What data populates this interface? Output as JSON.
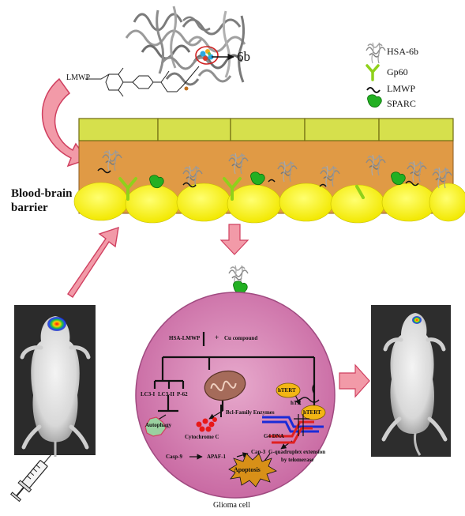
{
  "structure_label": "6b",
  "linker_label": "LMWP",
  "legend": {
    "items": [
      {
        "label": "HSA-6b",
        "icon": "protein-icon"
      },
      {
        "label": "Gp60",
        "icon": "gp60-receptor-icon",
        "color": "#8fd11a"
      },
      {
        "label": "LMWP",
        "icon": "lmwp-wave-icon"
      },
      {
        "label": "SPARC",
        "icon": "sparc-icon",
        "color": "#22b022"
      }
    ]
  },
  "bbb": {
    "label_line1": "Blood-brain",
    "label_line2": "barrier",
    "tile_color": "#d6e04c",
    "matrix_color": "#e09a45",
    "cell_color": "#f6f200"
  },
  "cell": {
    "name": "Glioma cell",
    "fill": "#d889b8",
    "pathway": {
      "entry": "HSA-LMWP",
      "plus": "+",
      "compound": "Cu compound",
      "lc3i": "LC3-I",
      "lc3ii": "LC3-II",
      "p62": "P-62",
      "autophagy": "Autophagy",
      "bcl": "Bcl-Family Enzymes",
      "cytc": "Cytochrome C",
      "casp9": "Casp-9",
      "apaf": "APAF-1",
      "casp3": "Cap-3",
      "apoptosis": "Apoptosis",
      "htert1": "hTERT",
      "htert2": "hTERT",
      "htr": "hTR",
      "g4": "G4 DNA",
      "g4ext1": "G-quadruplex extension",
      "g4ext2": "by telomerase"
    }
  },
  "colors": {
    "arrow_pink": "#f29aa8",
    "arrow_outline": "#d04060",
    "mitochondria": "#a56b5a",
    "dna_blue": "#1a2bd8",
    "dna_red": "#e02020",
    "autophagy_fill": "#9ad0a0",
    "apoptosis_fill": "#d89018",
    "cytc_dot": "#e81818"
  }
}
